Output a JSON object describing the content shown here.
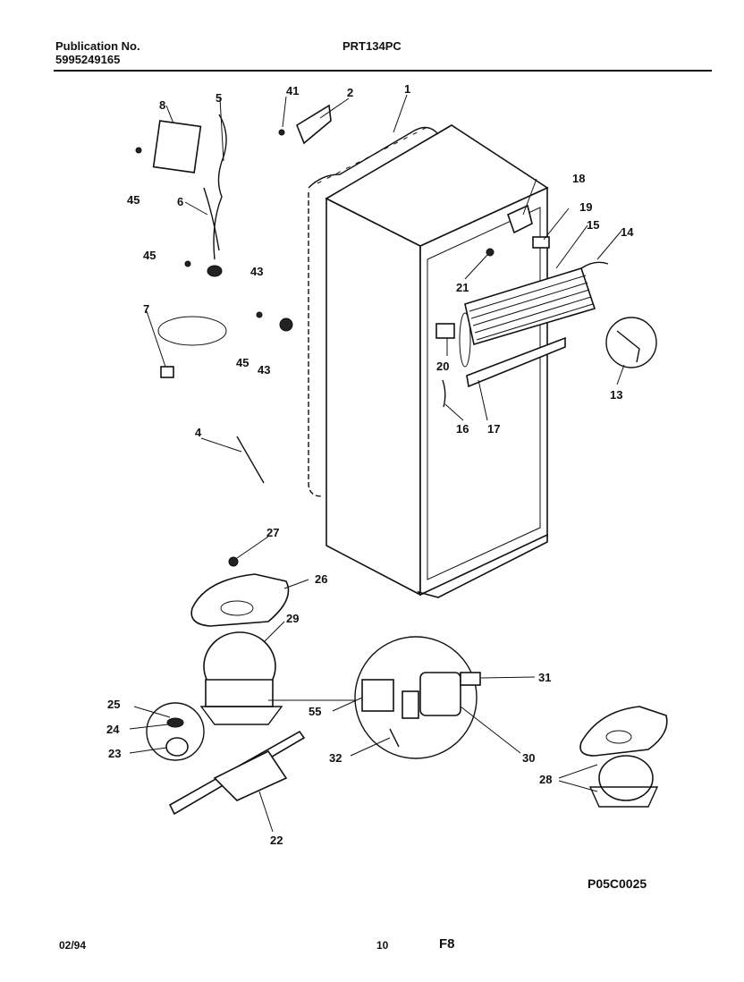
{
  "header": {
    "publication_label": "Publication No.",
    "publication_number": "5995249165",
    "model": "PRT134PC"
  },
  "drawing_code": "P05C0025",
  "footer": {
    "date": "02/94",
    "page": "10",
    "section": "F8"
  },
  "callouts": {
    "c1": "1",
    "c2": "2",
    "c4": "4",
    "c5": "5",
    "c6": "6",
    "c7": "7",
    "c8": "8",
    "c13": "13",
    "c14": "14",
    "c15": "15",
    "c16": "16",
    "c17": "17",
    "c18": "18",
    "c19": "19",
    "c20": "20",
    "c21": "21",
    "c22": "22",
    "c23": "23",
    "c24": "24",
    "c25": "25",
    "c26": "26",
    "c27": "27",
    "c28": "28",
    "c29": "29",
    "c30": "30",
    "c31": "31",
    "c32": "32",
    "c41": "41",
    "c43a": "43",
    "c43b": "43",
    "c45a": "45",
    "c45b": "45",
    "c45c": "45",
    "c55": "55"
  }
}
